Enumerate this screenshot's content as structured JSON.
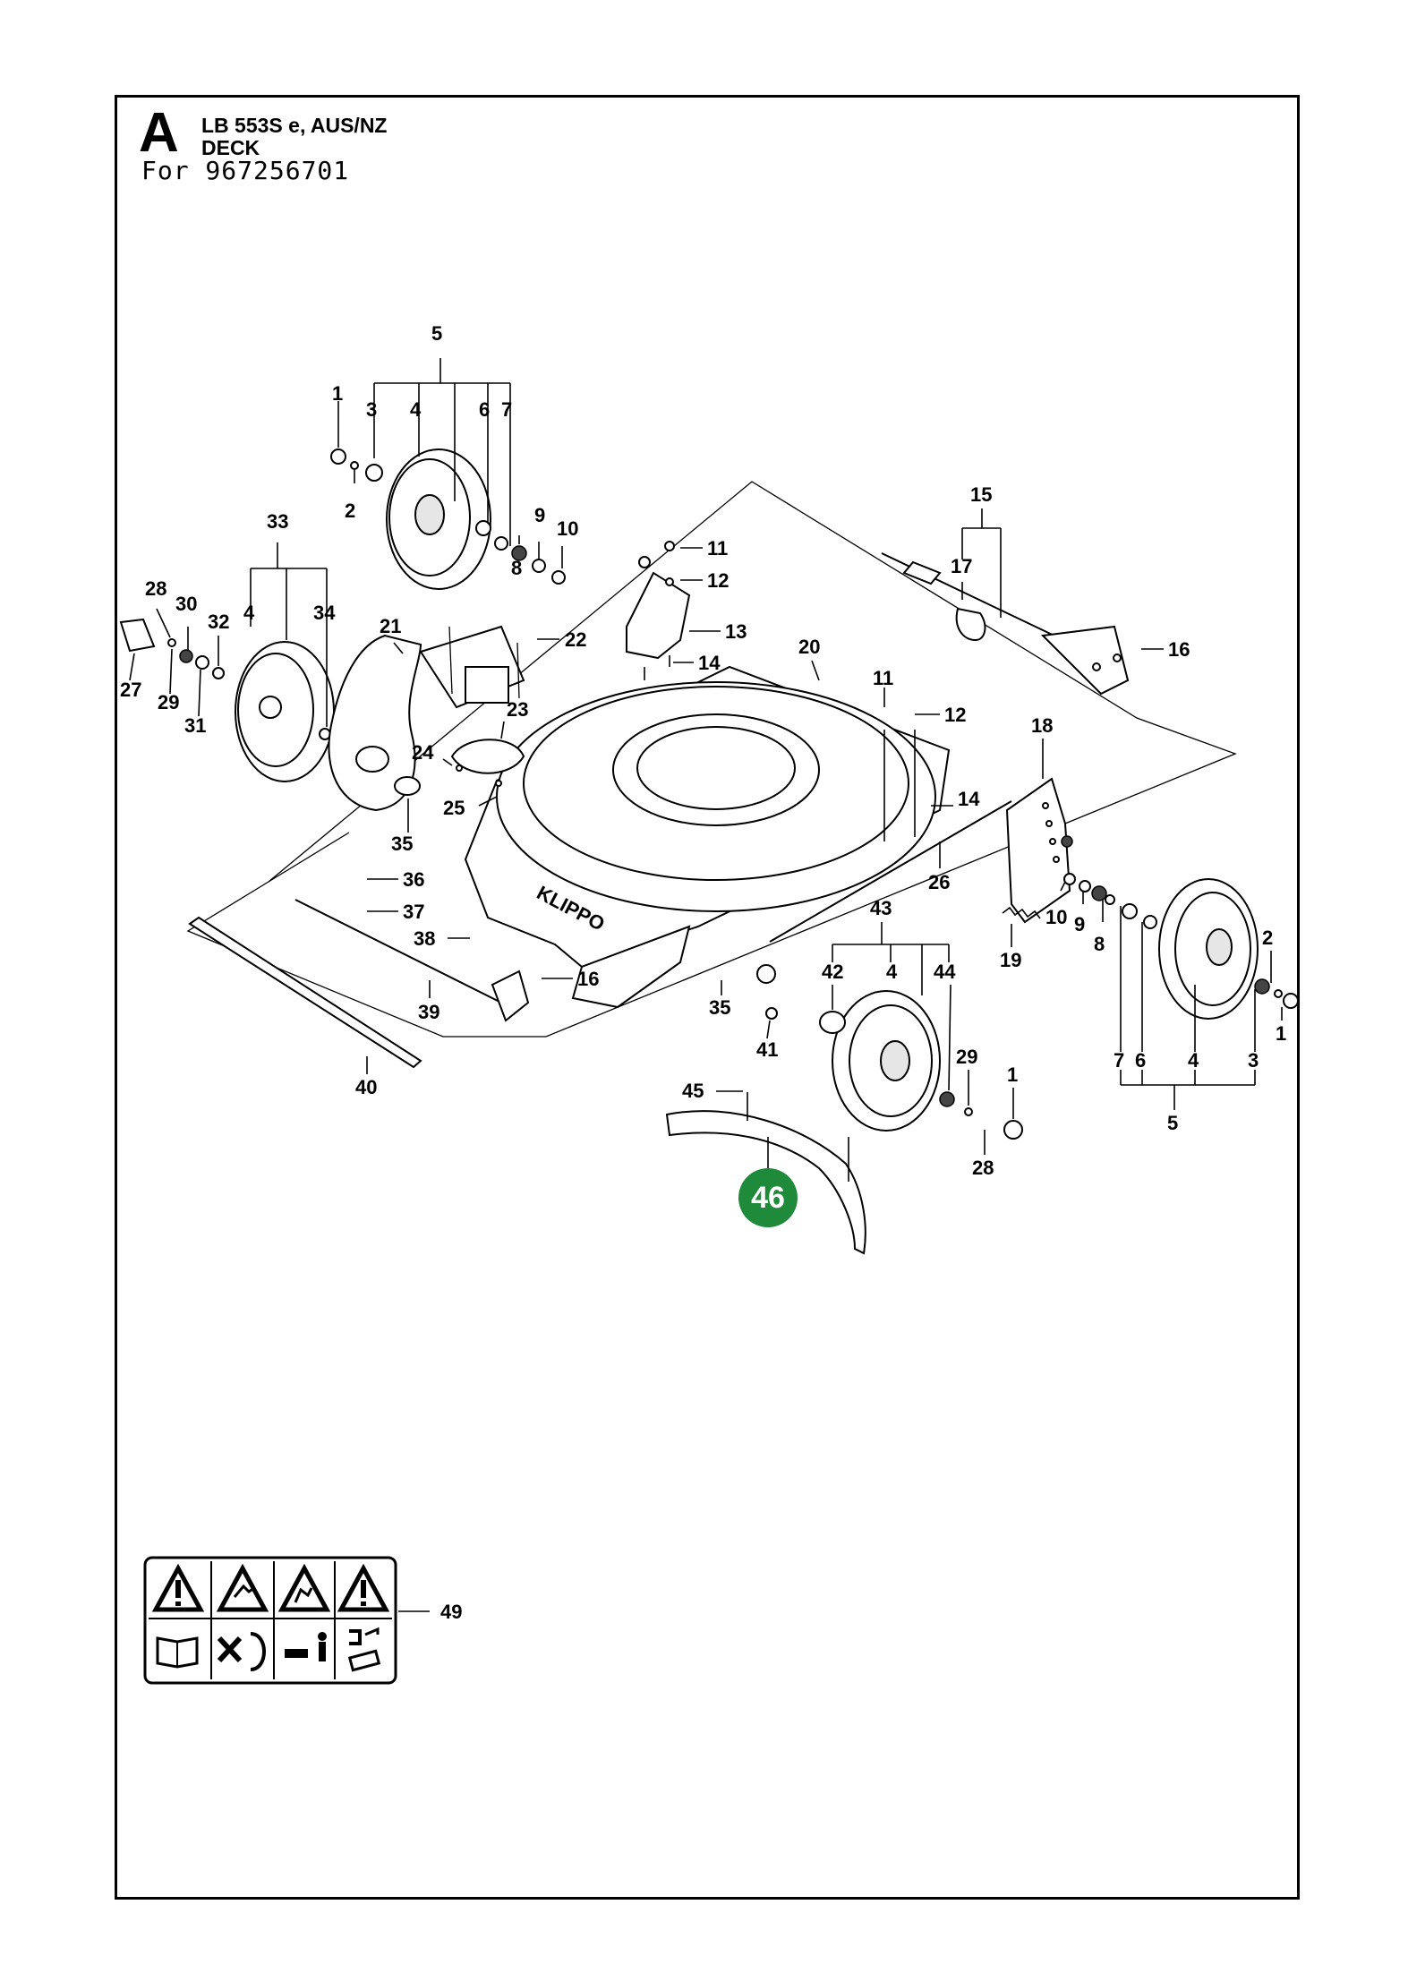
{
  "header": {
    "section_letter": "A",
    "model": "LB 553S e, AUS/NZ",
    "section_name": "DECK",
    "for_line": "For 967256701"
  },
  "highlight": {
    "label": "46",
    "color": "#1e8a3a"
  },
  "labels": [
    "5",
    "1",
    "3",
    "4",
    "6",
    "7",
    "2",
    "9",
    "10",
    "8",
    "33",
    "28",
    "30",
    "32",
    "34",
    "27",
    "29",
    "31",
    "4",
    "21",
    "22",
    "23",
    "24",
    "25",
    "35",
    "11",
    "12",
    "13",
    "14",
    "15",
    "17",
    "16",
    "20",
    "11",
    "12",
    "18",
    "14",
    "36",
    "37",
    "38",
    "16",
    "39",
    "40",
    "26",
    "10",
    "9",
    "8",
    "19",
    "43",
    "42",
    "4",
    "44",
    "35",
    "41",
    "29",
    "1",
    "28",
    "45",
    "2",
    "1",
    "7",
    "6",
    "4",
    "3",
    "5",
    "49"
  ],
  "decal": {
    "icons": [
      "warning-icon",
      "warning-thrown-object-icon",
      "warning-blade-icon",
      "warning-icon",
      "manual-icon",
      "no-hands-near-blade-icon",
      "keep-bystanders-away-icon",
      "disconnect-spark-plug-icon"
    ]
  }
}
